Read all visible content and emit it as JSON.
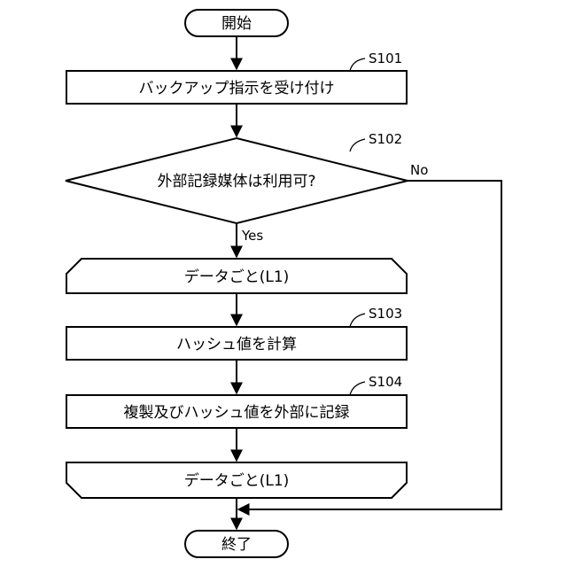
{
  "flowchart": {
    "start": "開始",
    "end": "終了",
    "step1": {
      "id": "S101",
      "text": "バックアップ指示を受け付け"
    },
    "decision": {
      "id": "S102",
      "text": "外部記録媒体は利用可?",
      "yes": "Yes",
      "no": "No"
    },
    "loop_start": "データごと(L1)",
    "step3": {
      "id": "S103",
      "text": "ハッシュ値を計算"
    },
    "step4": {
      "id": "S104",
      "text": "複製及びハッシュ値を外部に記録"
    },
    "loop_end": "データごと(L1)"
  }
}
